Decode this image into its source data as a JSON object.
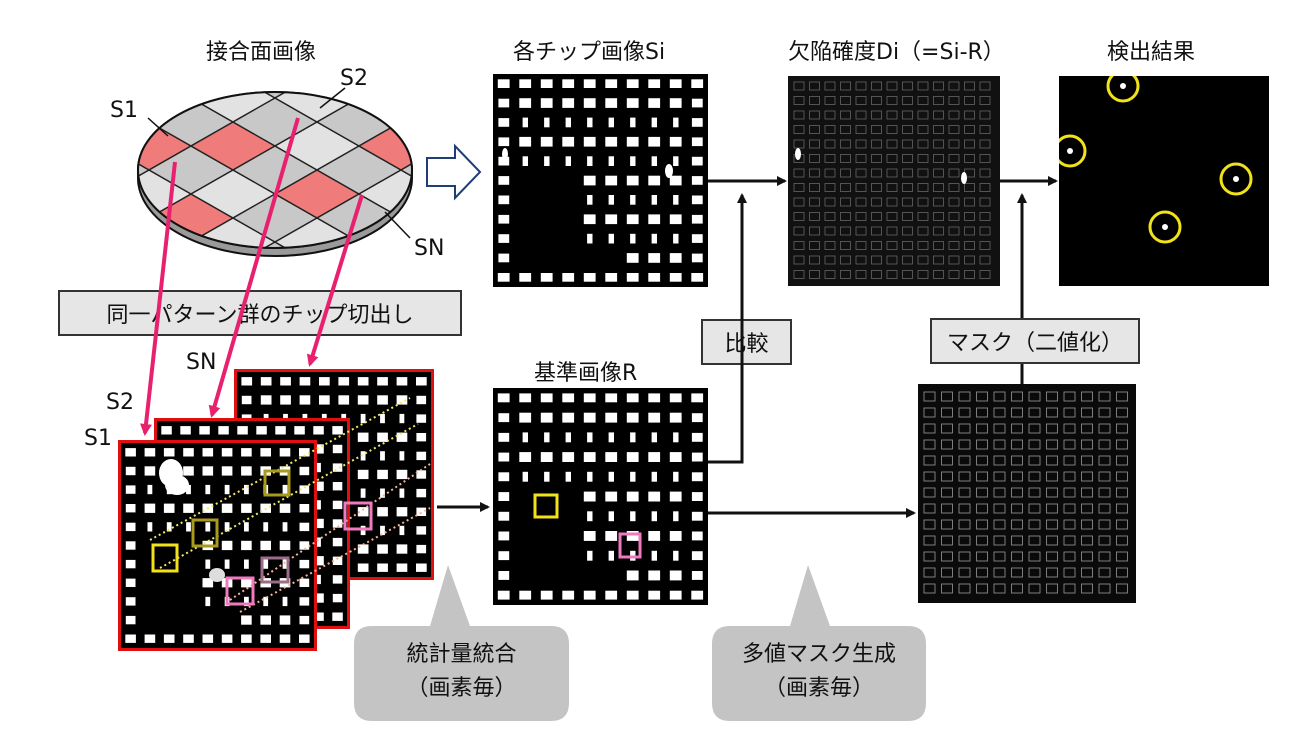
{
  "labels": {
    "wafer_title": "接合面画像",
    "s1_top": "S1",
    "s2_top": "S2",
    "sn_top": "SN",
    "chip_images_title": "各チップ画像Si",
    "defect_title": "欠陥確度Di（=Si-R）",
    "result_title": "検出結果",
    "reference_title": "基準画像R",
    "stack_sn": "SN",
    "stack_s2": "S2",
    "stack_s1": "S1"
  },
  "boxes": {
    "extract": "同一パターン群のチップ切出し",
    "compare": "比較",
    "mask": "マスク（二値化）"
  },
  "callouts": {
    "stats_line1": "統計量統合",
    "stats_line2": "（画素毎）",
    "mask_line1": "多値マスク生成",
    "mask_line2": "（画素毎）"
  },
  "colors": {
    "highlight_pink": "#e8216f",
    "stack_border": "#e01010",
    "wafer_cell_red": "#ef7b7b",
    "wafer_cell_gray": "#c8c8c8",
    "yellow_marker": "#f2e21a",
    "pink_marker": "#f07ac0",
    "callout_gray": "#c4c4c4"
  }
}
